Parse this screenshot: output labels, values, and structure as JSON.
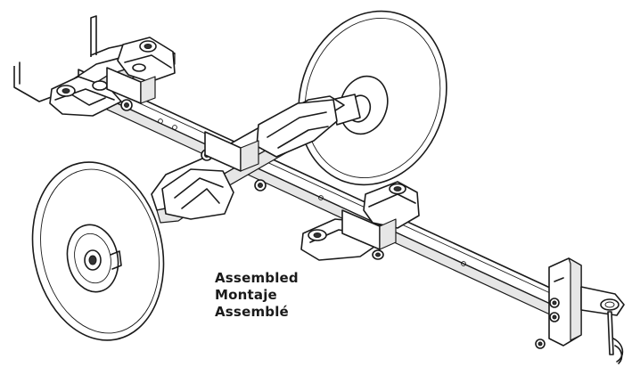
{
  "caption": {
    "line_1": "Assembled",
    "line_2": "Montaje",
    "line_3": "Assemblé"
  }
}
